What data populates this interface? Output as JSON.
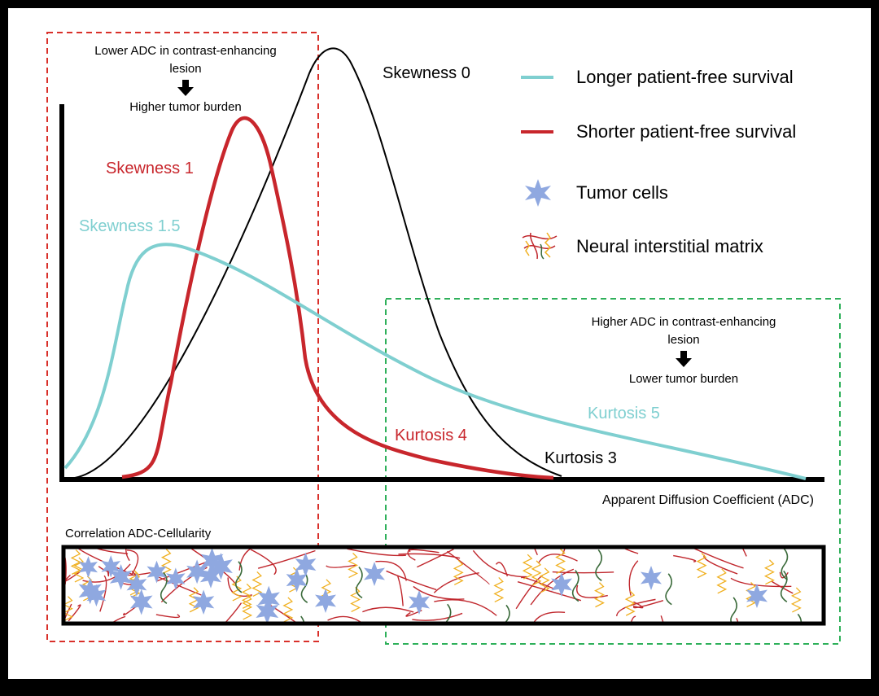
{
  "annotations": {
    "low_adc_line1": "Lower ADC in contrast-enhancing",
    "low_adc_line2": "lesion",
    "low_adc_result": "Higher tumor burden",
    "high_adc_line1": "Higher ADC in contrast-enhancing",
    "high_adc_line2": "lesion",
    "high_adc_result": "Lower tumor burden",
    "correlation": "Correlation ADC-Cellularity"
  },
  "curves": {
    "black": {
      "skew_label": "Skewness 0",
      "kurt_label": "Kurtosis 3",
      "color": "#000000"
    },
    "red": {
      "skew_label": "Skewness 1",
      "kurt_label": "Kurtosis 4",
      "color": "#c8262c"
    },
    "cyan": {
      "skew_label": "Skewness 1.5",
      "kurt_label": "Kurtosis 5",
      "color": "#7fcfd0"
    }
  },
  "axis": {
    "xlabel": "Apparent Diffusion Coefficient (ADC)"
  },
  "legend": {
    "longer": "Longer patient-free survival",
    "shorter": "Shorter patient-free survival",
    "tumor": "Tumor cells",
    "matrix": "Neural interstitial matrix"
  },
  "colors": {
    "red_box": "#d9302a",
    "green_box": "#2eb05a",
    "tumor_cell": "#8fa8e0",
    "matrix_red": "#c0262c",
    "matrix_yellow": "#f0b020",
    "matrix_green": "#3a6a3a"
  }
}
